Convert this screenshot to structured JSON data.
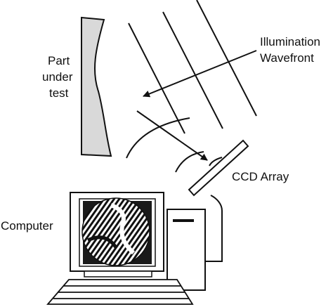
{
  "labels": {
    "part_under_test": [
      "Part",
      "under",
      "test"
    ],
    "illumination_wavefront": [
      "Illumination",
      "Wavefront"
    ],
    "ccd_array": "CCD Array",
    "computer": "Computer"
  },
  "colors": {
    "stroke": "#111111",
    "part_fill": "#d9d9d9",
    "background": "#ffffff",
    "screen_dark": "#1a1a1a"
  }
}
